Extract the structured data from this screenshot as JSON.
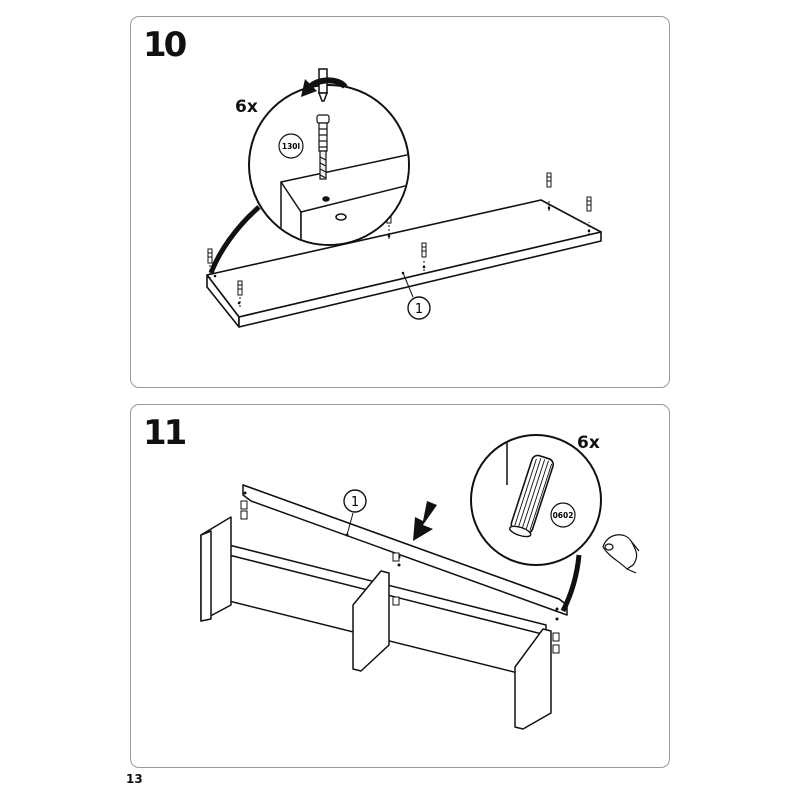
{
  "page_number": "13",
  "steps": [
    {
      "number": "10",
      "quantity": "6x",
      "part_code": "130l",
      "callout": "1",
      "icons": [
        "screwdriver-icon",
        "rotate-arrow-icon",
        "cam-bolt-icon"
      ]
    },
    {
      "number": "11",
      "quantity": "6x",
      "part_code": "0602",
      "callout": "1",
      "icons": [
        "wooden-dowel-icon",
        "down-arrow-icon",
        "hand-icon"
      ]
    }
  ]
}
